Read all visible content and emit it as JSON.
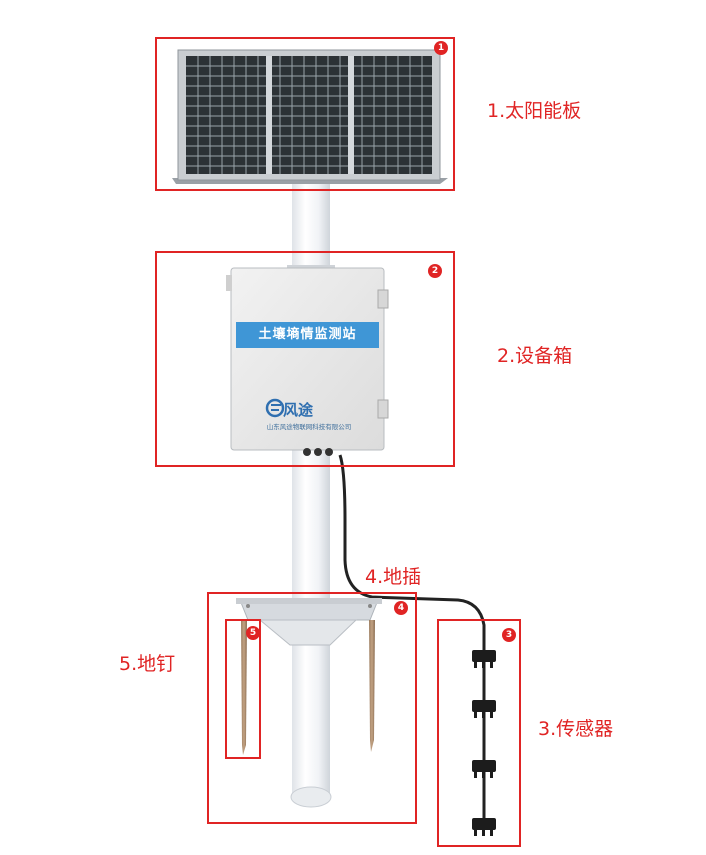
{
  "callouts": [
    {
      "num": "1",
      "label": "1.太阳能板"
    },
    {
      "num": "2",
      "label": "2.设备箱"
    },
    {
      "num": "3",
      "label": "3.传感器"
    },
    {
      "num": "4",
      "label": "4.地插"
    },
    {
      "num": "5",
      "label": "5.地钉"
    }
  ],
  "device_box": {
    "title": "土壤墒情监测站",
    "brand": "风途",
    "company": "山东风途物联网科技有限公司"
  },
  "colors": {
    "callout_red": "#e02424",
    "title_band_blue": "#3f96d6",
    "brand_blue": "#2f6fb0"
  }
}
